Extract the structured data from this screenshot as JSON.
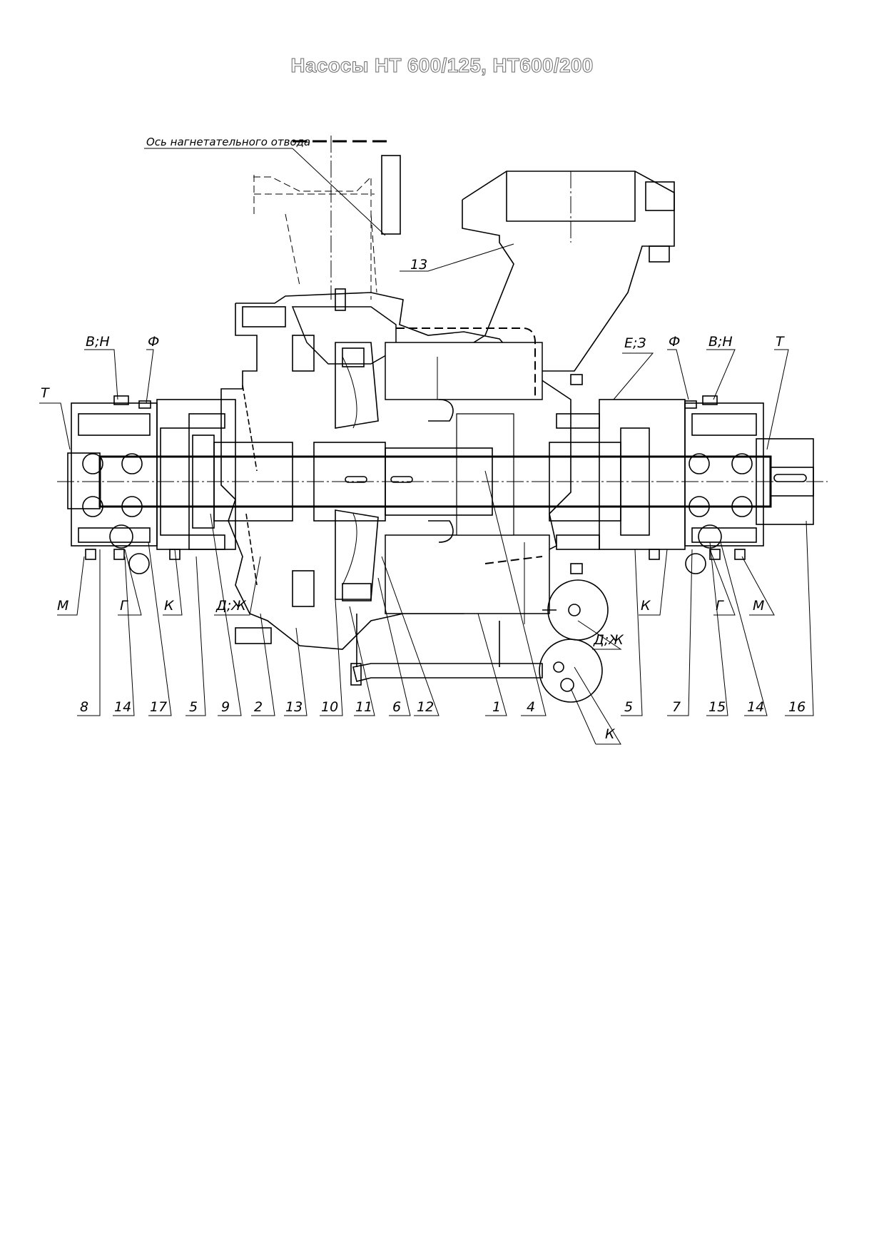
{
  "title": "Насосы НТ 600/125, НТ600/200",
  "axis_label": "Ось нагнетательного отвода",
  "top_labels": {
    "t_left": "Т",
    "vn_left": "В;Н",
    "f_left": "Ф",
    "ez": "Е;З",
    "f_right": "Ф",
    "vn_right": "В;Н",
    "t_right": "Т",
    "n13_top": "13"
  },
  "mid_labels": {
    "m_left": "М",
    "g_left": "Г",
    "k_left": "К",
    "dzh_left": "Д;Ж",
    "k_right": "К",
    "g_right": "Г",
    "m_right": "М",
    "dzh_right": "Д;Ж",
    "k_bottom": "К"
  },
  "bottom_numbers": [
    "8",
    "14",
    "17",
    "5",
    "9",
    "2",
    "13",
    "10",
    "11",
    "6",
    "12",
    "1",
    "4",
    "5",
    "7",
    "15",
    "14",
    "16"
  ]
}
